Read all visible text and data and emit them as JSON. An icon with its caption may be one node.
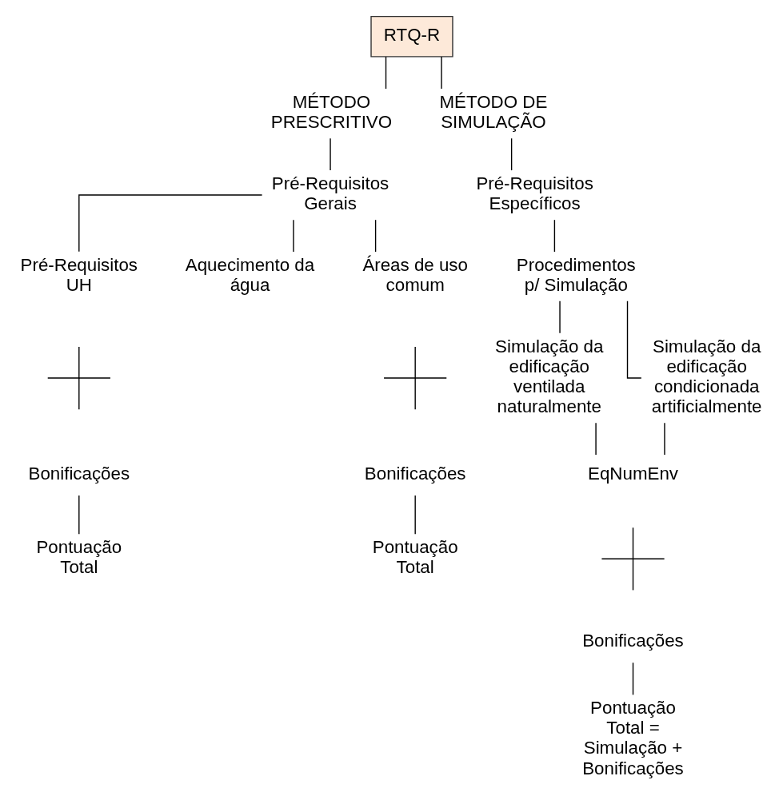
{
  "diagram": {
    "nodes": [
      {
        "text": [
          "RTQ-R"
        ]
      },
      {
        "text": [
          "MÉTODO PRESCRITIVO"
        ]
      },
      {
        "text": [
          "MÉTODO DE SIMULAÇÃO"
        ]
      },
      {
        "text": [
          "Pré-Requisitos Gerais"
        ]
      },
      {
        "text": [
          "Pré-Requisitos UH"
        ]
      },
      {
        "text": [
          "Aquecimento da água"
        ]
      },
      {
        "text": [
          "Áreas de uso comum"
        ]
      },
      {
        "text": [],
        "shape": "cross"
      },
      {
        "text": [
          "Bonificações"
        ]
      },
      {
        "text": [
          "Pontuação Total"
        ]
      },
      {
        "text": [],
        "shape": "cross"
      },
      {
        "text": [
          "Bonificações"
        ]
      },
      {
        "text": [
          "Pontuação Total"
        ]
      },
      {
        "text": [
          "Pré-Requisitos Específicos"
        ]
      },
      {
        "text": [
          "Procedimentos p/ Simulação"
        ]
      },
      {
        "text": [
          "Simulação da edificação ventilada naturalmente"
        ]
      },
      {
        "text": [
          "Simulação da edificação condicionada artificialmente"
        ]
      },
      {
        "text": [
          "EqNumEnv"
        ]
      },
      {
        "text": [],
        "shape": "cross"
      },
      {
        "text": [
          "Bonificações"
        ]
      },
      {
        "text": [
          "Pontuação Total = Simulação + Bonificações"
        ]
      }
    ],
    "edges": [
      {
        "from": 0,
        "to": 1,
        "arrow": "none"
      },
      {
        "from": 0,
        "to": 2,
        "arrow": "none"
      },
      {
        "from": 1,
        "to": 3,
        "arrow": "none"
      },
      {
        "from": 3,
        "to": 4,
        "arrow": "none"
      },
      {
        "from": 3,
        "to": 5,
        "arrow": "none"
      },
      {
        "from": 3,
        "to": 6,
        "arrow": "none"
      },
      {
        "from": 8,
        "to": 9,
        "arrow": "none"
      },
      {
        "from": 11,
        "to": 12,
        "arrow": "none"
      },
      {
        "from": 2,
        "to": 13,
        "arrow": "none"
      },
      {
        "from": 13,
        "to": 14,
        "arrow": "none"
      },
      {
        "from": 14,
        "to": 15,
        "arrow": "none"
      },
      {
        "from": 14,
        "to": 16,
        "arrow": "none"
      },
      {
        "from": 15,
        "to": 17,
        "arrow": "none"
      },
      {
        "from": 16,
        "to": 17,
        "arrow": "none"
      },
      {
        "from": 19,
        "to": 20,
        "arrow": "none"
      }
    ]
  }
}
